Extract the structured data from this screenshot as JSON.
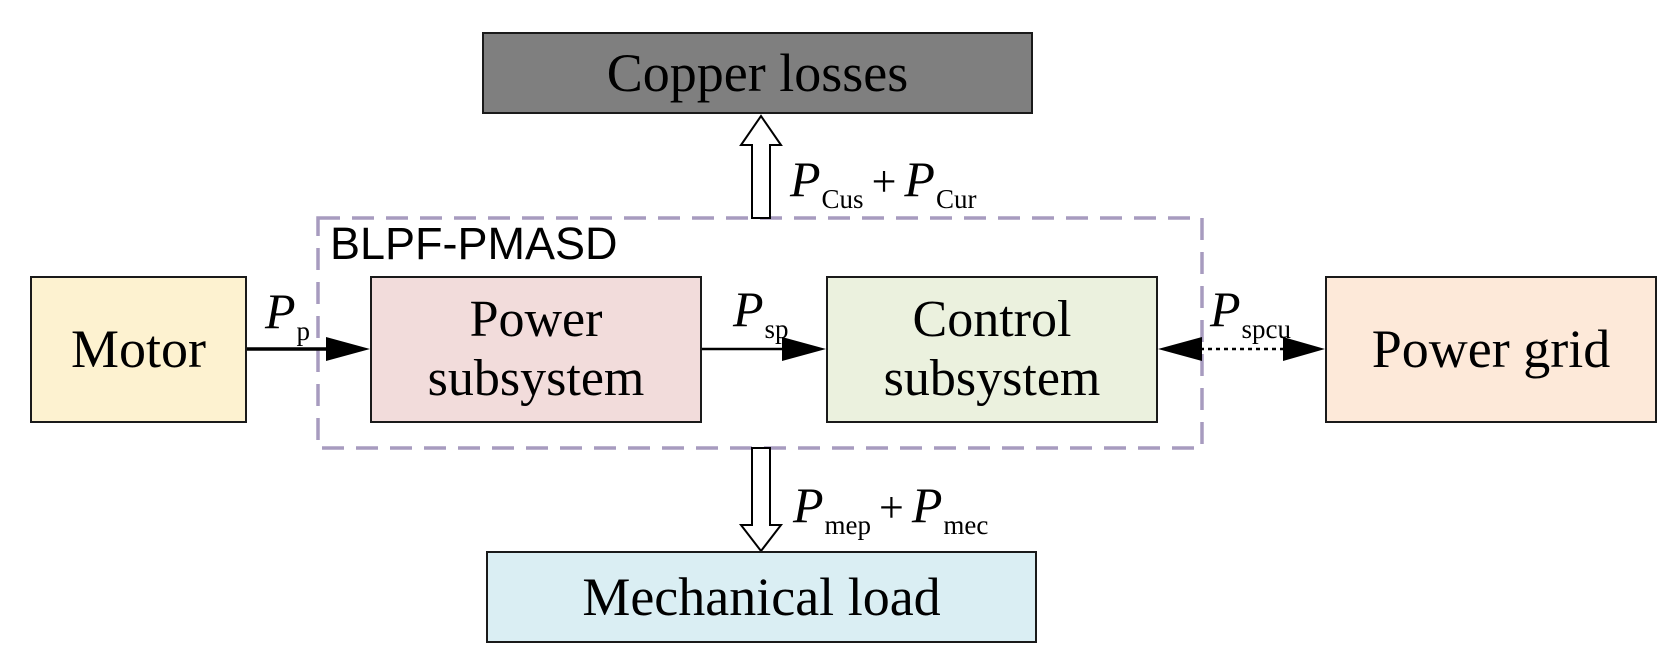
{
  "colors": {
    "copper_fill": "#7f7f7f",
    "motor_fill": "#fdf2d0",
    "power_subsystem_fill": "#f2dcdb",
    "control_subsystem_fill": "#ebf1de",
    "power_grid_fill": "#fde9d9",
    "mechanical_load_fill": "#daeef3",
    "boundary_stroke": "#a79bbf"
  },
  "boundary": {
    "label": "BLPF-PMASD"
  },
  "blocks": {
    "copper": "Copper losses",
    "motor": "Motor",
    "power_subsystem": [
      "Power",
      "subsystem"
    ],
    "control_subsystem": [
      "Control",
      "subsystem"
    ],
    "power_grid": "Power grid",
    "mechanical_load": "Mechanical load"
  },
  "flows": {
    "copper": {
      "sym1": "P",
      "sub1": "Cus",
      "op": "+",
      "sym2": "P",
      "sub2": "Cur"
    },
    "motor_to_power": {
      "sym": "P",
      "sub": "p"
    },
    "power_to_control": {
      "sym": "P",
      "sub": "sp"
    },
    "control_grid": {
      "sym": "P",
      "sub": "spcu"
    },
    "mechanical": {
      "sym1": "P",
      "sub1": "mep",
      "op": "+",
      "sym2": "P",
      "sub2": "mec"
    }
  }
}
